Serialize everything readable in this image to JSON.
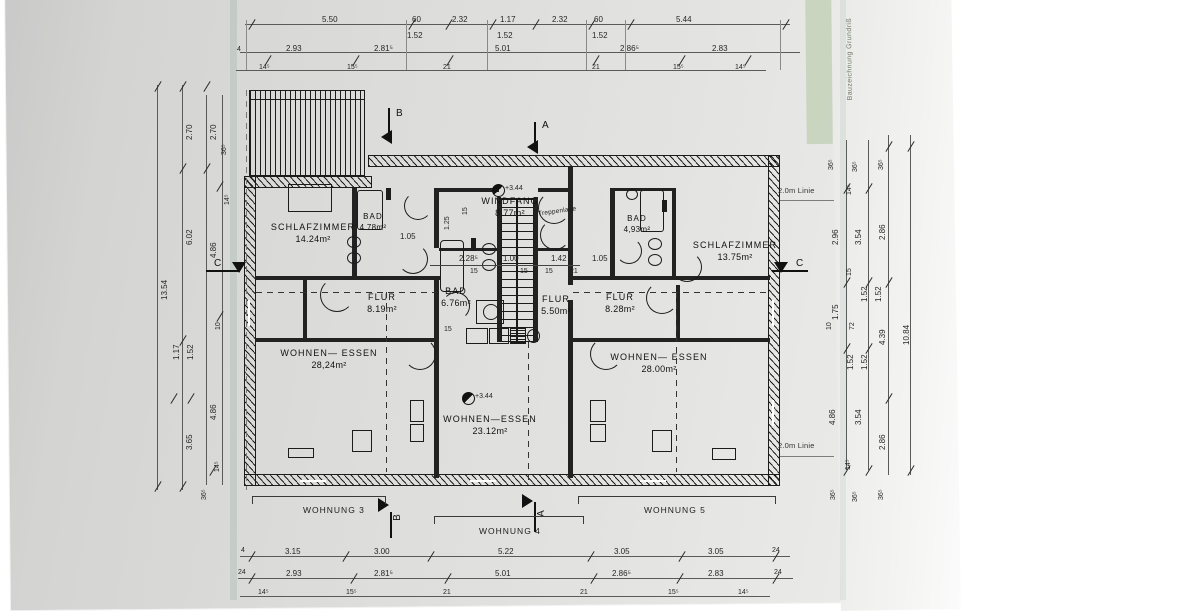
{
  "document": {
    "type": "architectural-floor-plan",
    "language": "de",
    "level_marker": "+3.44",
    "notes": [
      "2.0m Linie",
      "2.0m Linie",
      "Treppenlage"
    ],
    "margin_note": "Bauzeichnung Grundriß"
  },
  "rooms": [
    {
      "name": "SCHLAFZIMMER",
      "area": "14.24m²"
    },
    {
      "name": "BAD",
      "area": "4.78m²"
    },
    {
      "name": "FLUR",
      "area": "8.19m²"
    },
    {
      "name": "WOHNEN— ESSEN",
      "area": "28,24m²"
    },
    {
      "name": "WINDFANG",
      "area": "8.77m²"
    },
    {
      "name": "BAD",
      "area": "6.76m²"
    },
    {
      "name": "FLUR",
      "area": "5.50m²"
    },
    {
      "name": "WOHNEN—ESSEN",
      "area": "23.12m²"
    },
    {
      "name": "BAD",
      "area": "4,93m²"
    },
    {
      "name": "SCHLAFZIMMER",
      "area": "13.75m²"
    },
    {
      "name": "FLUR",
      "area": "8.28m²"
    },
    {
      "name": "WOHNEN— ESSEN",
      "area": "28.00m²"
    }
  ],
  "apartments": [
    {
      "label": "WOHNUNG  3"
    },
    {
      "label": "WOHNUNG  4"
    },
    {
      "label": "WOHNUNG  5"
    }
  ],
  "section_marks": [
    {
      "label": "B",
      "position": "top-left"
    },
    {
      "label": "A",
      "position": "top-center"
    },
    {
      "label": "C",
      "position": "left"
    },
    {
      "label": "C",
      "position": "right"
    },
    {
      "label": "B",
      "position": "bottom-left"
    },
    {
      "label": "A",
      "position": "bottom-center"
    }
  ],
  "dimensions": {
    "top_row_1": [
      "5.50",
      "60",
      "2.32",
      "1.17",
      "2.32",
      "60",
      "5.44"
    ],
    "top_row_1_sub": [
      "1.52",
      "1.52",
      "1.52"
    ],
    "top_row_2": [
      "2.93",
      "2.81⁵",
      "5.01",
      "2.86⁵",
      "2.83"
    ],
    "top_row_3": [
      "4",
      "14⁵",
      "15⁵",
      "21",
      "21",
      "15⁵",
      "14⁵"
    ],
    "bottom_row_1": [
      "3.15",
      "3.00",
      "5.22",
      "3.05",
      "3.05"
    ],
    "bottom_row_1_ends": [
      "4",
      "24"
    ],
    "bottom_row_2": [
      "2.93",
      "2.81⁵",
      "5.01",
      "2.86⁵",
      "2.83"
    ],
    "bottom_row_2_ends": [
      "24",
      "24"
    ],
    "bottom_row_3": [
      "14⁵",
      "15⁵",
      "21",
      "21",
      "15⁵",
      "14⁵"
    ],
    "left_col_outer": [
      "13.54"
    ],
    "left_col_mid": [
      "6.02",
      "4.86",
      "3.65",
      "4.86"
    ],
    "left_col_inner": [
      "2.70",
      "2.70",
      "36⁵",
      "14⁵",
      "10",
      "1.17",
      "1.52",
      "14⁵",
      "36⁵"
    ],
    "right_col_a": [
      "36⁵",
      "14⁵",
      "2.96",
      "15",
      "1.75",
      "10",
      "1.52",
      "1.52",
      "4.86",
      "14⁵",
      "36⁵"
    ],
    "right_col_b": [
      "36⁵",
      "3.54",
      "1.52",
      "72",
      "1.52",
      "3.54",
      "36⁵"
    ],
    "right_col_c": [
      "36⁵",
      "2.86",
      "4.39",
      "2.86",
      "36⁵"
    ],
    "right_col_outer": [
      "10.84"
    ],
    "interior_center": [
      "1.05",
      "2.28⁵",
      "15",
      "1.00",
      "15",
      "1.42",
      "15",
      "1.05",
      "21",
      "15"
    ]
  }
}
